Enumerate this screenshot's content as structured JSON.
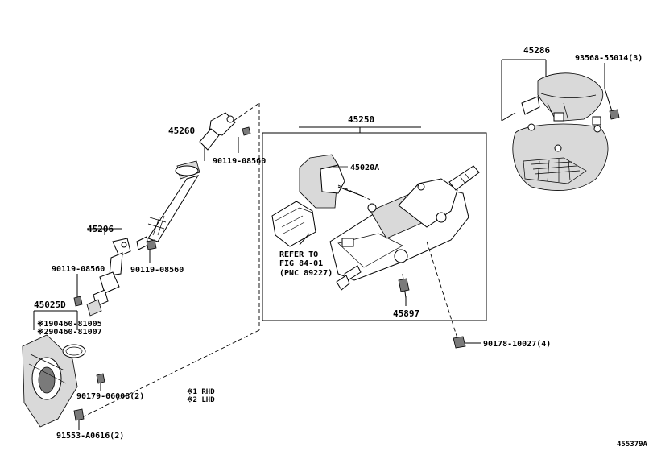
{
  "labels": {
    "p45286": "45286",
    "p93568": "93568-55014(3)",
    "p45260": "45260",
    "p90119_a": "90119-08560",
    "p45250": "45250",
    "p45020a": "45020A",
    "p45206": "45206",
    "p90119_b": "90119-08560",
    "p90119_c": "90119-08560",
    "refer_line1": "REFER TO",
    "refer_line2": "FIG 84-01",
    "refer_line3": "(PNC 89227)",
    "p45897": "45897",
    "p45025d": "45025D",
    "p190460": "※190460-81005",
    "p290460": "※290460-81007",
    "p90178": "90178-10027(4)",
    "p90179": "90179-06008(2)",
    "p91553": "91553-A0616(2)",
    "legend_rhd": "※1 RHD",
    "legend_lhd": "※2 LHD",
    "figure_id": "455379A"
  }
}
